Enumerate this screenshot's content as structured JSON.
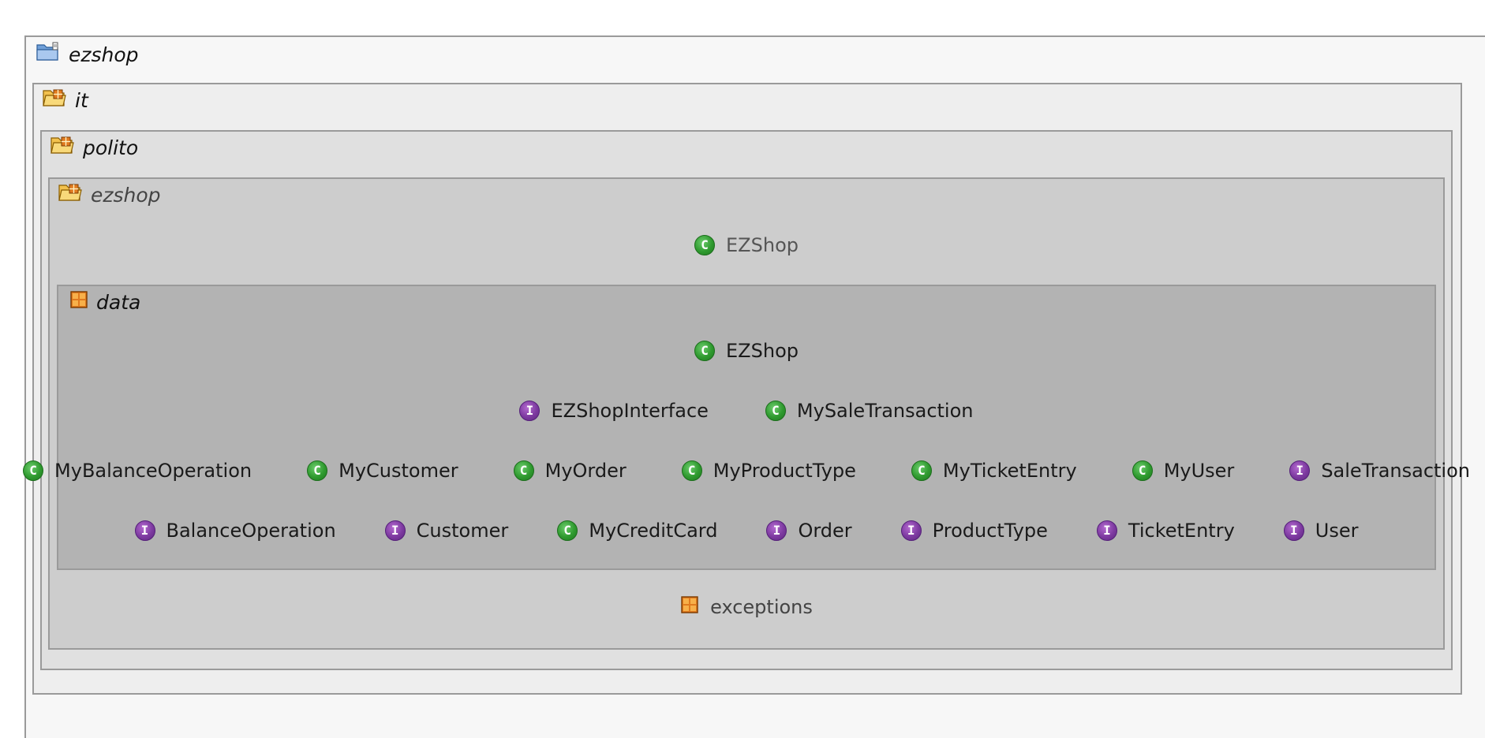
{
  "colors": {
    "page_bg": "#ffffff",
    "level0_bg": "#f7f7f7",
    "level1_bg": "#eeeeee",
    "level2_bg": "#e0e0e0",
    "level3_bg": "#cdcdcd",
    "data_bg": "#b3b3b3",
    "border": "#9a9a9a",
    "class_icon": "#2f9a2f",
    "interface_icon": "#7d3aa0",
    "package_icon": "#d98a1f"
  },
  "packages": {
    "root": {
      "label": "ezshop",
      "icon": "source-folder-icon"
    },
    "it": {
      "label": "it",
      "icon": "package-folder-icon"
    },
    "polito": {
      "label": "polito",
      "icon": "package-folder-icon"
    },
    "ezshop": {
      "label": "ezshop",
      "icon": "package-folder-icon",
      "class_row": [
        {
          "name": "EZShop",
          "kind": "class"
        }
      ]
    },
    "data": {
      "label": "data",
      "icon": "package-icon",
      "rows": [
        [
          {
            "name": "EZShop",
            "kind": "class"
          }
        ],
        [
          {
            "name": "EZShopInterface",
            "kind": "interface"
          },
          {
            "name": "MySaleTransaction",
            "kind": "class"
          }
        ],
        [
          {
            "name": "MyBalanceOperation",
            "kind": "class"
          },
          {
            "name": "MyCustomer",
            "kind": "class"
          },
          {
            "name": "MyOrder",
            "kind": "class"
          },
          {
            "name": "MyProductType",
            "kind": "class"
          },
          {
            "name": "MyTicketEntry",
            "kind": "class"
          },
          {
            "name": "MyUser",
            "kind": "class"
          },
          {
            "name": "SaleTransaction",
            "kind": "interface"
          }
        ],
        [
          {
            "name": "BalanceOperation",
            "kind": "interface"
          },
          {
            "name": "Customer",
            "kind": "interface"
          },
          {
            "name": "MyCreditCard",
            "kind": "class"
          },
          {
            "name": "Order",
            "kind": "interface"
          },
          {
            "name": "ProductType",
            "kind": "interface"
          },
          {
            "name": "TicketEntry",
            "kind": "interface"
          },
          {
            "name": "User",
            "kind": "interface"
          }
        ]
      ]
    },
    "exceptions": {
      "label": "exceptions",
      "icon": "package-icon"
    }
  }
}
